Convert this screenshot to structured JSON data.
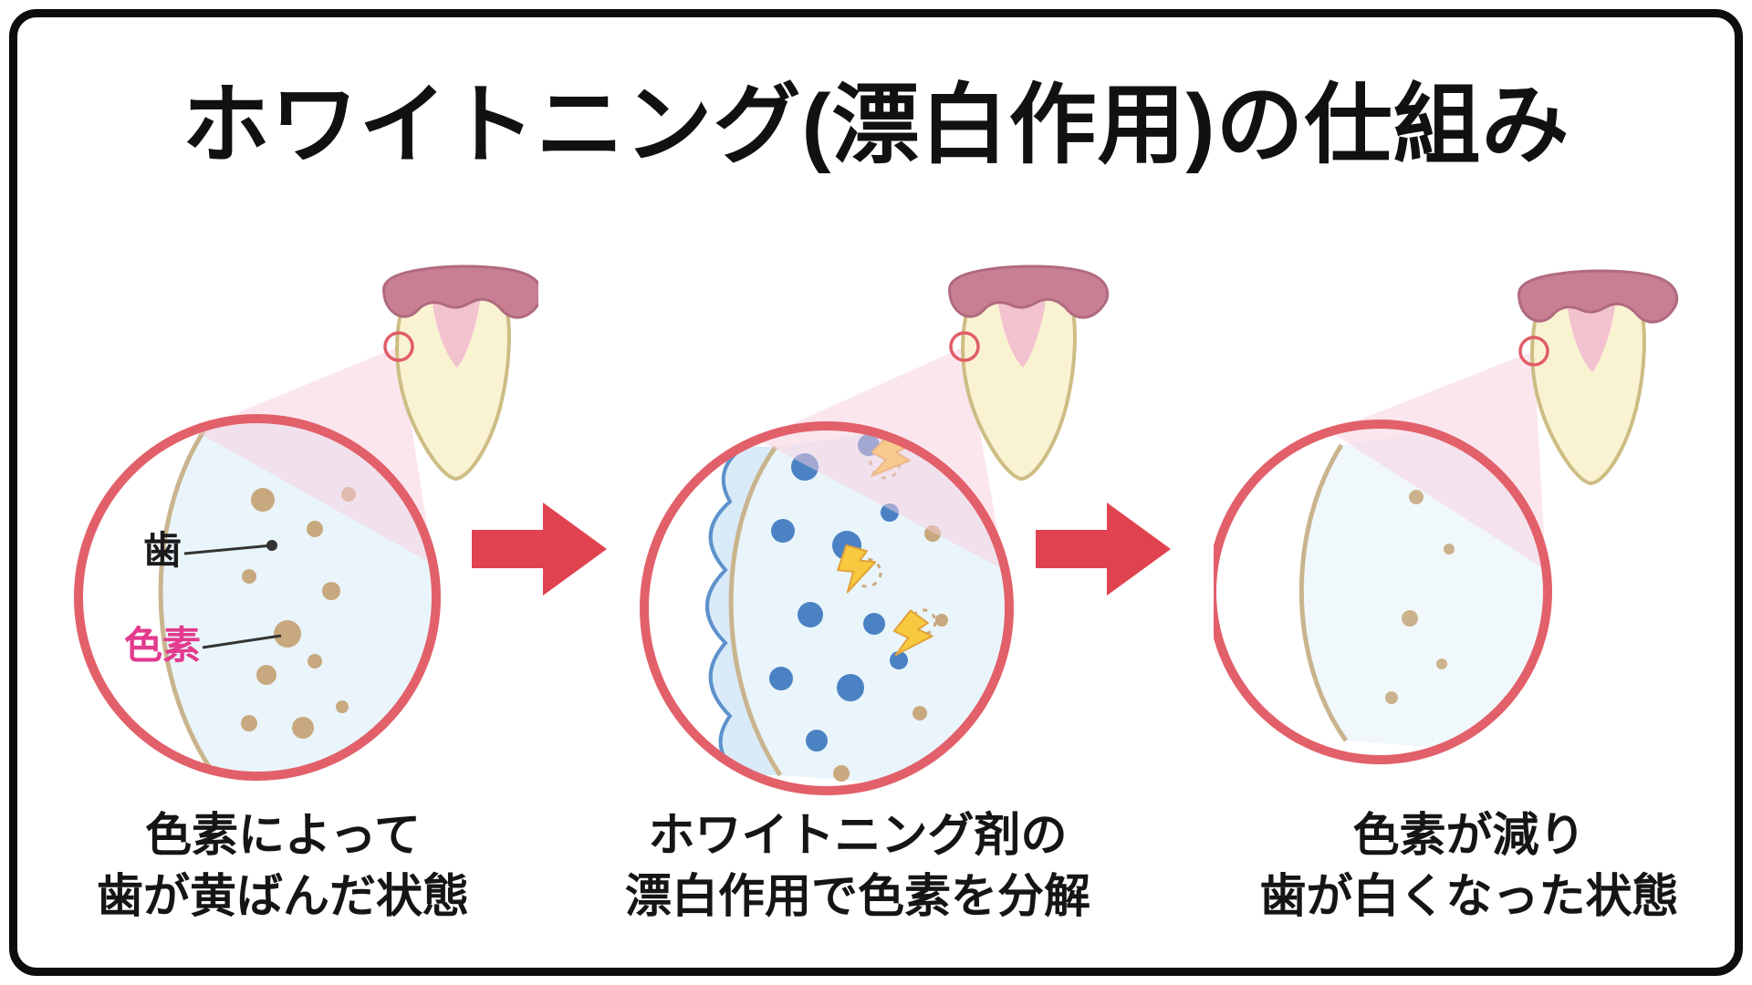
{
  "title": "ホワイトニング(漂白作用)の仕組み",
  "panels": [
    {
      "id": "before",
      "labels": {
        "tooth": "歯",
        "pigment": "色素"
      },
      "caption": [
        "色素によって",
        "歯が黄ばんだ状態"
      ]
    },
    {
      "id": "during",
      "caption": [
        "ホワイトニング剤の",
        "漂白作用で色素を分解"
      ]
    },
    {
      "id": "after",
      "caption": [
        "色素が減り",
        "歯が白くなった状態"
      ]
    }
  ],
  "icons": {
    "arrow": "right-arrow",
    "bolt": "bleaching-action-lightning",
    "marker": "zoom-point-circle"
  },
  "colors": {
    "frame_black": "#0d0d0d",
    "arrow_red": "#e0434f",
    "magnifier_ring_red": "#e2606a",
    "pigment_tan": "#c8a87e",
    "enamel_line_tan": "#c9b48e",
    "dentin_light_blue": "#e9f5fa",
    "whitening_agent_blue": "#4a82c4",
    "gel_layer_blue": "#d9eaf8",
    "lightning_yellow": "#f7c93f",
    "pigment_label_pink": "#e23a8e",
    "tooth_cream": "#faf3d2",
    "gum_pink": "#c87f93",
    "zoom_cone_pink": "#f7cede"
  }
}
